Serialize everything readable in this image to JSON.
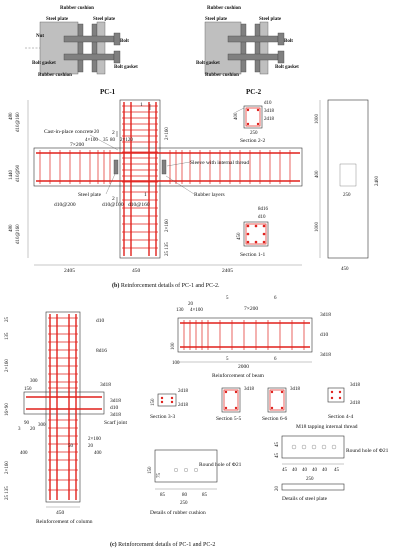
{
  "pc_details": {
    "left_label": "PC-1",
    "right_label": "PC-2",
    "rubber_cushion": "Rubber cushion",
    "steel_plate": "Steel plate",
    "nut": "Nut",
    "bolt": "Bolt",
    "bolt_gasket": "Bolt gasket",
    "rubber_cushion_bottom": "Rubber cushion"
  },
  "part_b": {
    "labels": {
      "cast_in_place": "Cast-in-place concrete",
      "steel_plate": "Steel plate",
      "sleeve": "Sleeve with internal thread",
      "rubber_layers": "Rubber layers",
      "section_22": "Section 2-2",
      "section_11": "Section 1-1",
      "d10": "d10",
      "d18_a": "3d18",
      "d18_b": "2d18",
      "d16": "8d16"
    },
    "dims": {
      "d480a": "480",
      "d10at160a": "d10@160",
      "d1440": "1440",
      "d10at90": "d10@90",
      "d480b": "480",
      "d10at160b": "d10@160",
      "s7x200": "7×200",
      "s4x100": "4×100",
      "s20": "20",
      "s35": "35",
      "s80": "80",
      "s2x120": "2×120",
      "s2x160a": "2×160",
      "s2x160b": "2×160",
      "s25_135": "25 135",
      "d10at200": "d10@200",
      "d10at100": "d10@100",
      "d10at160c": "d10@160",
      "s2405a": "2405",
      "s450": "450",
      "s2405b": "2405",
      "s250": "250",
      "s450b": "450",
      "s1000a": "1000",
      "s400": "400",
      "s1000b": "1000",
      "s2400": "2400",
      "s250b": "250",
      "s450c": "450",
      "s400b": "400",
      "s1": "1",
      "s2": "2",
      "s1b": "1",
      "s2b": "2"
    },
    "caption_bold": "(b)",
    "caption_rest": " Reinforcement details of PC-1 and PC-2."
  },
  "part_c": {
    "column_labels": {
      "d10": "d10",
      "d16": "8d16",
      "d18a": "3d18",
      "d18b": "3d18",
      "d10b": "d10",
      "d18c": "3d18",
      "scarf": "Scarf joint"
    },
    "column_dims": {
      "a25": "25",
      "a135": "135",
      "a2x160": "2×160",
      "a300a": "300",
      "a300b": "300",
      "a16x90": "16×90",
      "a150": "150",
      "a90": "90",
      "a3": "3",
      "a2x100": "2×100",
      "a20": "20",
      "a50": "50",
      "a400a": "400",
      "a400b": "400",
      "a450": "450",
      "a25_135": "25 135",
      "a2x160b": "2×160",
      "a20b": "20"
    },
    "column_caption": "Reinforcement of column",
    "beam_labels": {
      "d18a": "3d18",
      "d10": "d10",
      "d18b": "3d18"
    },
    "beam_dims": {
      "b5a": "5",
      "b6a": "6",
      "b7x200": "7×200",
      "b130": "130",
      "b20": "20",
      "b4x100": "4×100",
      "b100a": "100",
      "b100b": "100",
      "b2000": "2000",
      "b5b": "5",
      "b6b": "6"
    },
    "beam_caption": "Reinforcement of beam",
    "sections": {
      "s33_top": "2d18",
      "s33_bot": "2d18",
      "s33_dim": "150",
      "s33_name": "Section 3-3",
      "s55_top": "3d18",
      "s55_name": "Section 5-5",
      "s66_top": "3d18",
      "s66_name": "Section 6-6",
      "s44_top": "3d18",
      "s44_bot": "2d18",
      "s44_name": "Section 4-4"
    },
    "cushion": {
      "hole": "Round hole of Φ21",
      "dims_bottom": [
        "85",
        "80",
        "85"
      ],
      "d250": "250",
      "d150": "150",
      "d75": "75",
      "name": "Details of rubber cushion"
    },
    "plate": {
      "thread": "M18 tapping internal thread",
      "hole": "Round hole of Φ21",
      "dims_bottom": [
        "45",
        "40",
        "40",
        "40",
        "40",
        "45"
      ],
      "d250": "250",
      "d45a": "45",
      "d45b": "45",
      "d20": "20",
      "name": "Details of steel plate"
    },
    "caption_bold": "(c)",
    "caption_rest": " Reinforcement details of PC-1 and PC-2"
  }
}
